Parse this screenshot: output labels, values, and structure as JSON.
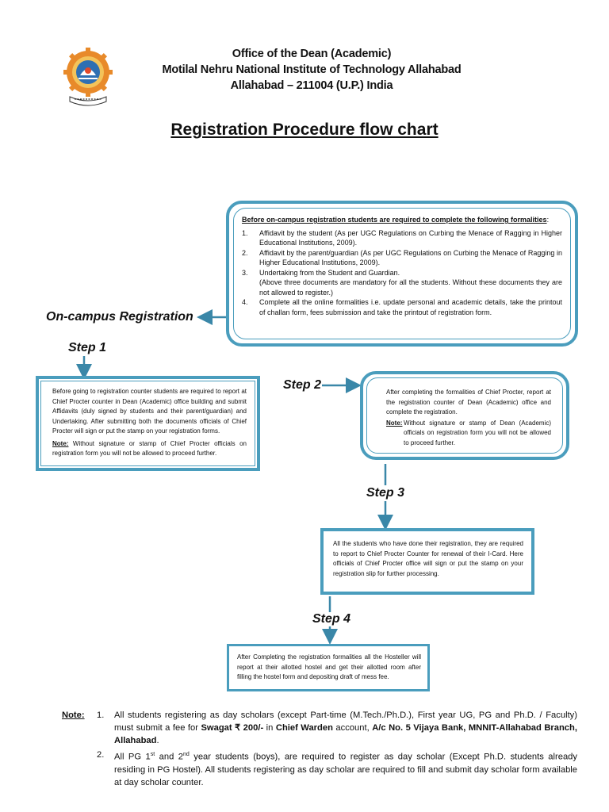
{
  "header": {
    "line1": "Office of the Dean (Academic)",
    "line2": "Motilal Nehru National Institute of Technology Allahabad",
    "line3": "Allahabad – 211004 (U.P.) India"
  },
  "title": "Registration Procedure flow chart",
  "formalities": {
    "heading": "Before on-campus registration students are required to complete the following formalities",
    "items": [
      {
        "num": "1.",
        "text": "Affidavit by the student (As per UGC Regulations on Curbing the Menace of Ragging in Higher Educational Institutions, 2009)."
      },
      {
        "num": "2.",
        "text": "Affidavit by the parent/guardian (As per UGC Regulations on Curbing the Menace of Ragging in Higher Educational Institutions, 2009)."
      },
      {
        "num": "3.",
        "text": "Undertaking from the Student and Guardian."
      },
      {
        "num": "",
        "text": "(Above three documents are mandatory for all the students. Without these documents they are not allowed to register.)"
      },
      {
        "num": "4.",
        "text": "Complete all the online formalities i.e. update personal and academic details, take the printout of challan form, fees submission and take the printout of registration form."
      }
    ]
  },
  "oncampus_label": "On-campus Registration",
  "steps": {
    "step1": "Step 1",
    "step2": "Step 2",
    "step3": "Step 3",
    "step4": "Step 4"
  },
  "box1": {
    "text": "Before going to registration counter students are required to report at Chief Procter counter in Dean (Academic) office building and submit Affidavits (duly signed by students and their parent/guardian) and Undertaking. After submitting both the documents officials of Chief Procter will sign or put the stamp on your registration forms.",
    "note_label": "Note:",
    "note_text": "Without signature or stamp of Chief Procter officials on registration form you will not be allowed to proceed further."
  },
  "box2": {
    "text": "After completing the formalities of Chief Procter, report at the registration counter of Dean (Academic) office and complete the registration.",
    "note_label": "Note:",
    "note_text": "Without signature or stamp of Dean (Academic) officials on registration form you will not be allowed to proceed further."
  },
  "box3": {
    "text": "All the students who have done their registration, they are required to report to Chief Procter Counter for renewal of their I-Card. Here officials of Chief Procter office will sign or put the stamp on your registration slip for further processing."
  },
  "box4": {
    "text": "After Completing the registration formalities all the Hosteller will report at their allotted hostel and get their allotted room after filling the hostel form and depositing draft of mess fee."
  },
  "notes": {
    "label": "Note:",
    "n1_num": "1.",
    "n1_a": "All students registering as day scholars (except Part-time (M.Tech./Ph.D.), First year UG, PG and Ph.D. / Faculty) must submit a fee for ",
    "n1_b": "Swagat ₹ 200/-",
    "n1_c": " in ",
    "n1_d": "Chief Warden",
    "n1_e": " account, ",
    "n1_f": "A/c No. 5 Vijaya Bank, MNNIT-Allahabad Branch, Allahabad",
    "n1_g": ".",
    "n2_num": "2.",
    "n2_a": "All PG 1",
    "n2_sup1": "st",
    "n2_b": " and 2",
    "n2_sup2": "nd",
    "n2_c": " year students (boys), are required to register as day scholar (Except Ph.D. students already residing in PG Hostel). All students registering as day scholar are required to fill and submit day scholar form available at day scholar counter."
  },
  "colors": {
    "accent": "#4a9dbd",
    "arrow": "#3a87a8",
    "logo_gear": "#e07a1e"
  },
  "icons": {
    "logo": "institute-emblem",
    "arrow": "arrow"
  }
}
